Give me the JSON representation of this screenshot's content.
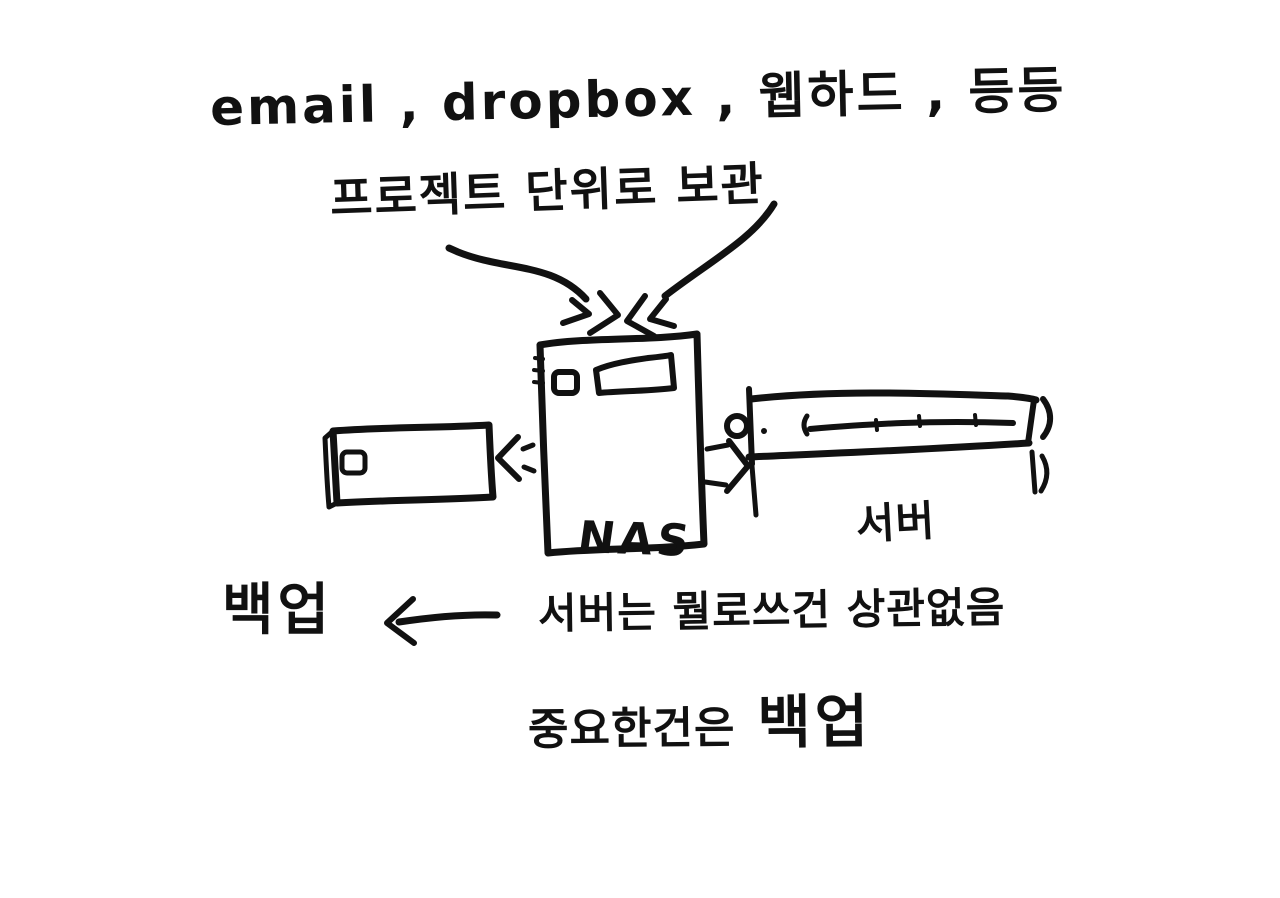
{
  "colors": {
    "ink": "#111111",
    "paper": "#ffffff"
  },
  "annotations": {
    "sources": "email , dropbox , 웹하드 , 등등",
    "project_unit": "프로젝트 단위로 보관",
    "server_note": "서버는 뭘로쓰건 상관없음",
    "important_prefix": "중요한건은",
    "important_emphasis": "백업"
  },
  "nodes": {
    "nas": {
      "label": "NAS"
    },
    "server": {
      "label": "서버"
    },
    "backup": {
      "label": "백업"
    }
  }
}
